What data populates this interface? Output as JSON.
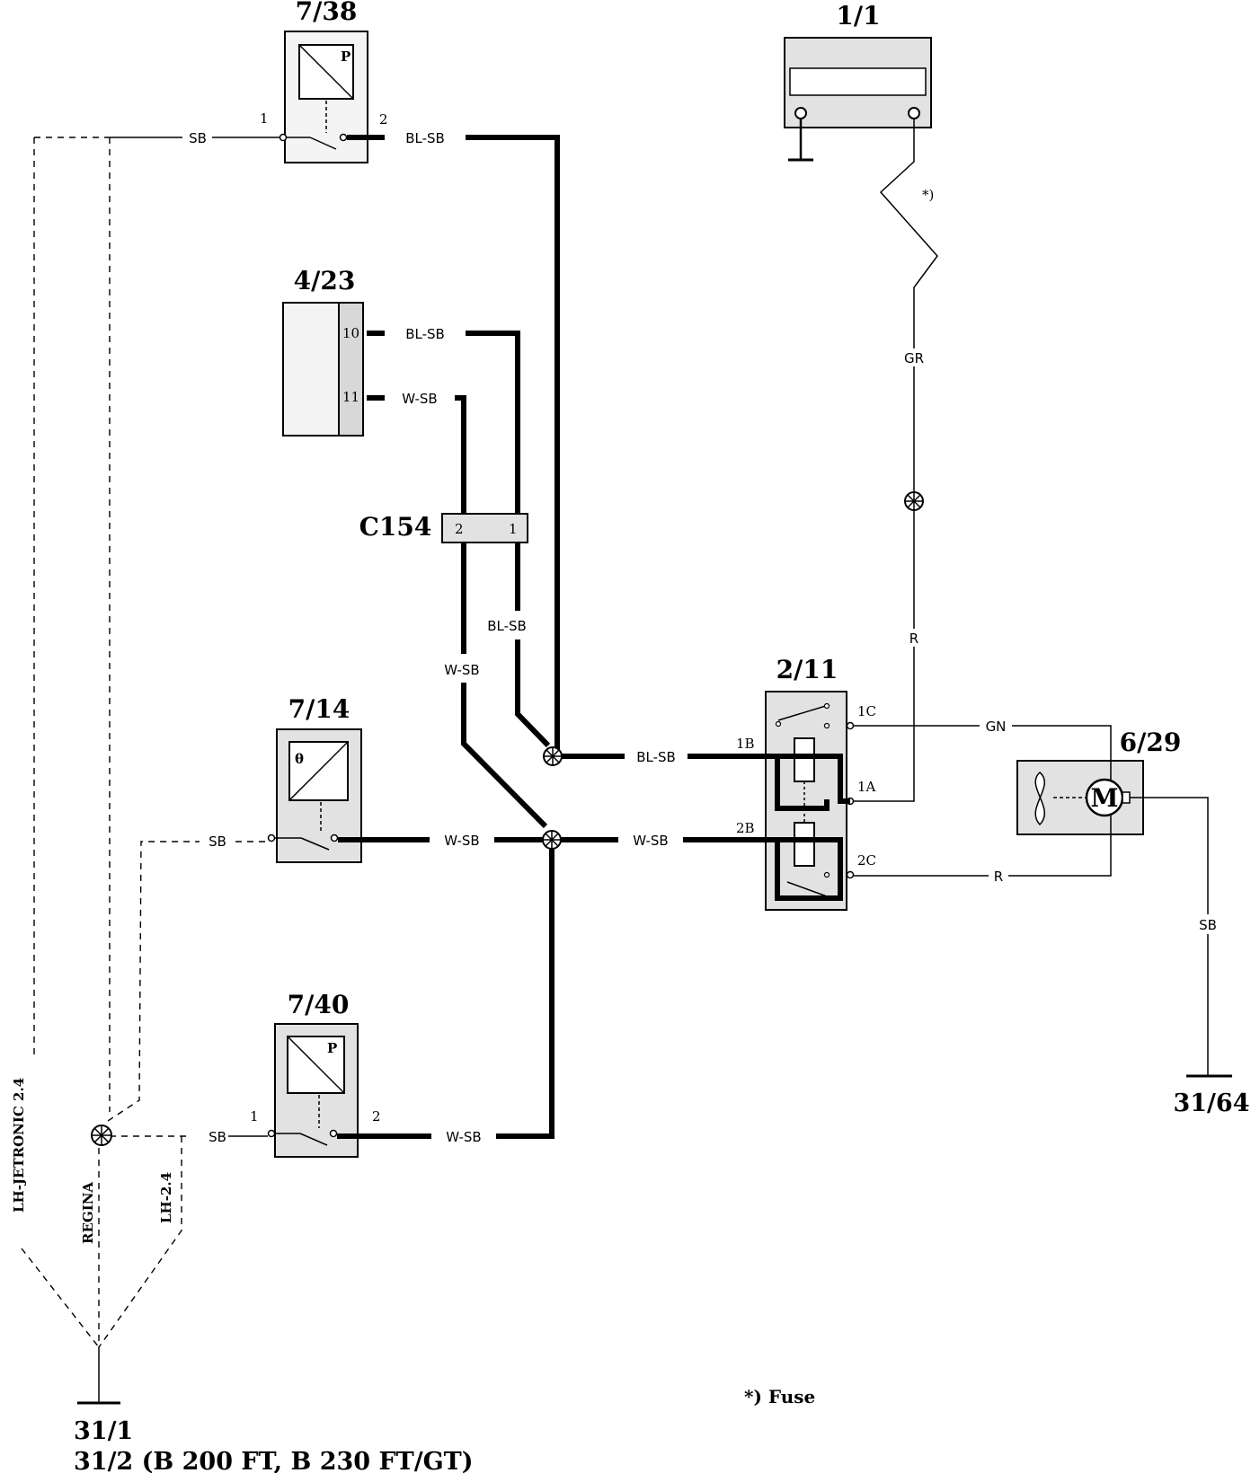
{
  "components": {
    "c738": "7/38",
    "c11": "1/1",
    "c423": "4/23",
    "c154": "C154",
    "c714": "7/14",
    "c211": "2/11",
    "c629": "6/29",
    "c740": "7/40",
    "g3164": "31/64",
    "g311": "31/1",
    "g312": "31/2 (B 200 FT, B 230 FT/GT)"
  },
  "wires": {
    "sb_738": "SB",
    "blsb_738": "BL-SB",
    "blsb_423": "BL-SB",
    "wsb_423": "W-SB",
    "blsb_mid": "BL-SB",
    "wsb_mid": "W-SB",
    "blsb_relay": "BL-SB",
    "wsb_714": "W-SB",
    "wsb_relay": "W-SB",
    "sb_714": "SB",
    "sb_740": "SB",
    "wsb_740": "W-SB",
    "gr": "GR",
    "r_top": "R",
    "gn": "GN",
    "r_motor": "R",
    "sb_motor": "SB"
  },
  "pins": {
    "p738_1": "1",
    "p738_2": "2",
    "p423_10": "10",
    "p423_11": "11",
    "c154_2": "2",
    "c154_1": "1",
    "r_1c": "1C",
    "r_1b": "1B",
    "r_1a": "1A",
    "r_2b": "2B",
    "r_2c": "2C",
    "p740_1": "1",
    "p740_2": "2",
    "sym_p1": "P",
    "sym_p2": "P",
    "sym_theta": "θ",
    "motor": "M",
    "fuse_mark": "*)"
  },
  "variants": {
    "lh_jetronic": "LH-JETRONIC 2.4",
    "regina": "REGINA",
    "lh24": "LH-2.4"
  },
  "footnote": "*) Fuse"
}
